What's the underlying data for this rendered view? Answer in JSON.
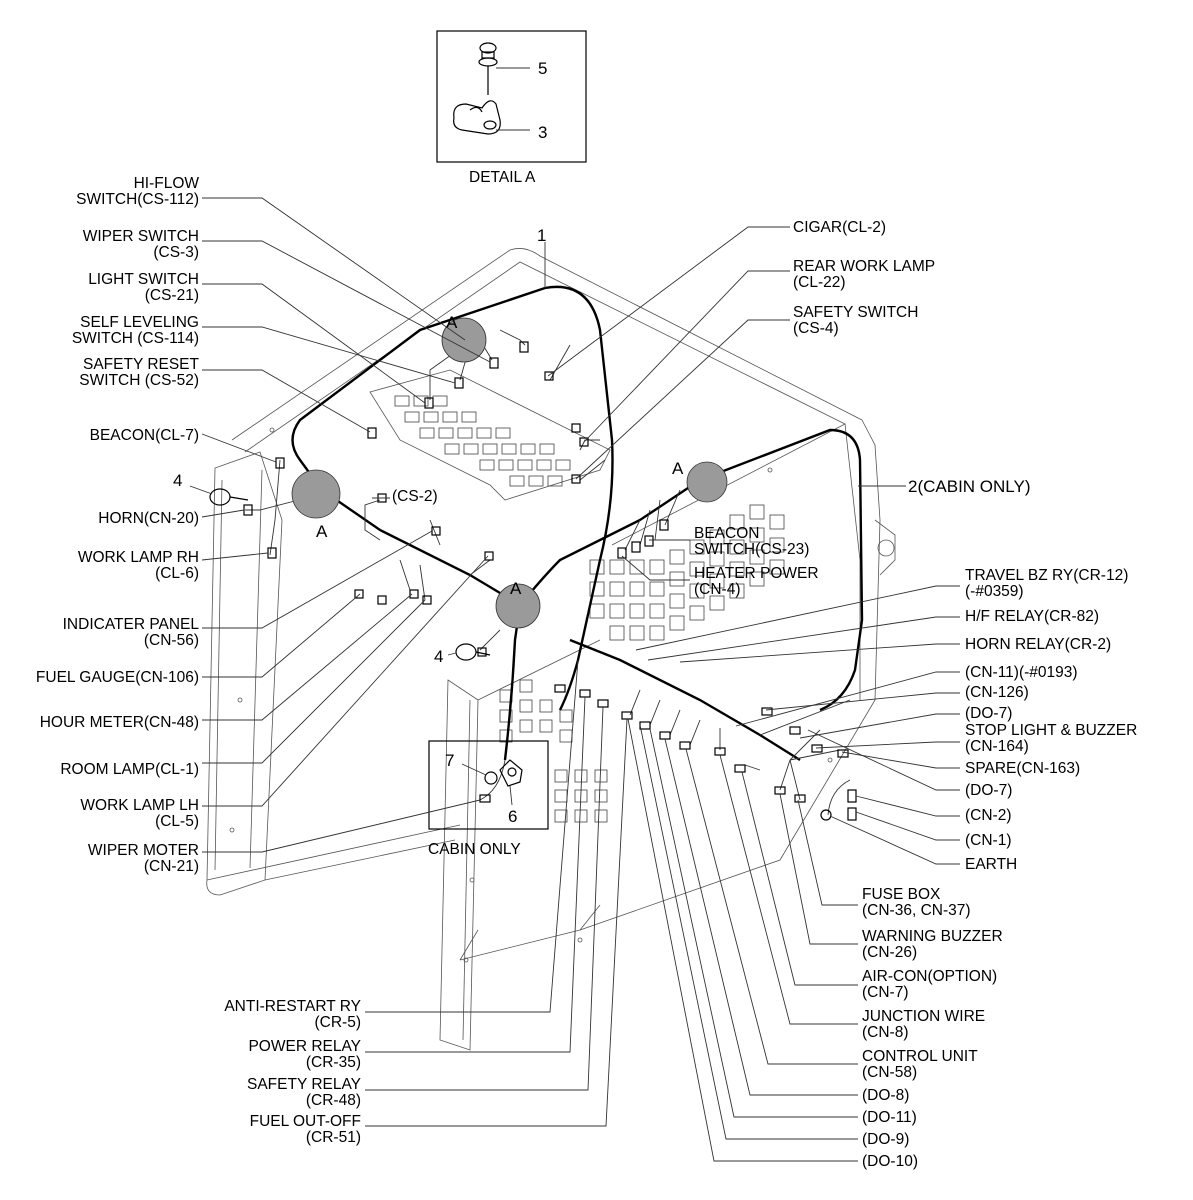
{
  "detail": {
    "title": "DETAIL A",
    "callout_5": "5",
    "callout_3": "3"
  },
  "callouts": {
    "part_1": "1",
    "part_2": "2(CABIN ONLY)",
    "part_4_upper": "4",
    "part_4_lower": "4",
    "part_6": "6",
    "part_7": "7",
    "detail_marker": "A",
    "cs2": "(CS-2)"
  },
  "cabin_box": {
    "title": "CABIN ONLY"
  },
  "left_labels": [
    {
      "l1": "HI-FLOW",
      "l2": "SWITCH(CS-112)"
    },
    {
      "l1": "WIPER SWITCH",
      "l2": "(CS-3)"
    },
    {
      "l1": "LIGHT SWITCH",
      "l2": "(CS-21)"
    },
    {
      "l1": "SELF LEVELING",
      "l2": "SWITCH (CS-114)"
    },
    {
      "l1": "SAFETY RESET",
      "l2": "SWITCH (CS-52)"
    },
    {
      "l1": "BEACON(CL-7)",
      "l2": ""
    },
    {
      "l1": "HORN(CN-20)",
      "l2": ""
    },
    {
      "l1": "WORK LAMP RH",
      "l2": "(CL-6)"
    },
    {
      "l1": "INDICATER PANEL",
      "l2": "(CN-56)"
    },
    {
      "l1": "FUEL GAUGE(CN-106)",
      "l2": ""
    },
    {
      "l1": "HOUR METER(CN-48)",
      "l2": ""
    },
    {
      "l1": "ROOM LAMP(CL-1)",
      "l2": ""
    },
    {
      "l1": "WORK LAMP LH",
      "l2": "(CL-5)"
    },
    {
      "l1": "WIPER MOTER",
      "l2": "(CN-21)"
    }
  ],
  "bottom_left_labels": [
    {
      "l1": "ANTI-RESTART RY",
      "l2": "(CR-5)"
    },
    {
      "l1": "POWER RELAY",
      "l2": "(CR-35)"
    },
    {
      "l1": "SAFETY RELAY",
      "l2": "(CR-48)"
    },
    {
      "l1": "FUEL OUT-OFF",
      "l2": "(CR-51)"
    }
  ],
  "top_right_labels": [
    {
      "l1": "CIGAR(CL-2)",
      "l2": ""
    },
    {
      "l1": "REAR WORK LAMP",
      "l2": "(CL-22)"
    },
    {
      "l1": "SAFETY SWITCH",
      "l2": "(CS-4)"
    }
  ],
  "mid_labels": [
    {
      "l1": "BEACON",
      "l2": "SWITCH(CS-23)"
    },
    {
      "l1": "HEATER POWER",
      "l2": "(CN-4)"
    }
  ],
  "right_labels": [
    {
      "l1": "TRAVEL BZ RY(CR-12)",
      "l2": "(-#0359)"
    },
    {
      "l1": "H/F RELAY(CR-82)",
      "l2": ""
    },
    {
      "l1": "HORN RELAY(CR-2)",
      "l2": ""
    },
    {
      "l1": "(CN-11)(-#0193)",
      "l2": ""
    },
    {
      "l1": "(CN-126)",
      "l2": ""
    },
    {
      "l1": "(DO-7)",
      "l2": ""
    },
    {
      "l1": "STOP LIGHT & BUZZER",
      "l2": "(CN-164)"
    },
    {
      "l1": "SPARE(CN-163)",
      "l2": ""
    },
    {
      "l1": "(DO-7)",
      "l2": ""
    },
    {
      "l1": "(CN-2)",
      "l2": ""
    },
    {
      "l1": "(CN-1)",
      "l2": ""
    },
    {
      "l1": "EARTH",
      "l2": ""
    }
  ],
  "bottom_right_labels": [
    {
      "l1": "FUSE BOX",
      "l2": "(CN-36, CN-37)"
    },
    {
      "l1": "WARNING BUZZER",
      "l2": "(CN-26)"
    },
    {
      "l1": "AIR-CON(OPTION)",
      "l2": "(CN-7)"
    },
    {
      "l1": "JUNCTION WIRE",
      "l2": "(CN-8)"
    },
    {
      "l1": "CONTROL UNIT",
      "l2": "(CN-58)"
    },
    {
      "l1": "(DO-8)",
      "l2": ""
    },
    {
      "l1": "(DO-11)",
      "l2": ""
    },
    {
      "l1": "(DO-9)",
      "l2": ""
    },
    {
      "l1": "(DO-10)",
      "l2": ""
    }
  ]
}
